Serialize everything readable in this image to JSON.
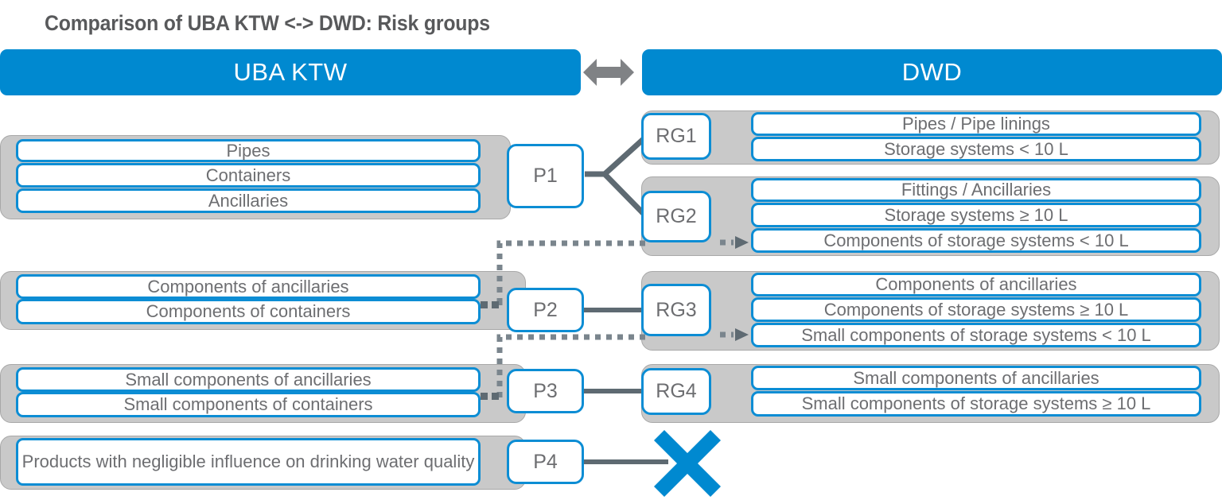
{
  "title": "Comparison of UBA KTW <-> DWD: Risk groups",
  "colors": {
    "brand_blue": "#0089d0",
    "box_border_blue": "#0c8dd4",
    "shell_gray": "#c9c9c9",
    "text_gray": "#6d6e71",
    "connector_gray": "#5e6a72"
  },
  "headers": {
    "left": "UBA KTW",
    "right": "DWD",
    "link_icon": "double-arrow-icon"
  },
  "left_column": {
    "groups": [
      {
        "node": "P1",
        "items": [
          "Pipes",
          "Containers",
          "Ancillaries"
        ]
      },
      {
        "node": "P2",
        "items": [
          "Components of ancillaries",
          "Components of containers"
        ]
      },
      {
        "node": "P3",
        "items": [
          "Small components of ancillaries",
          "Small components of containers"
        ]
      },
      {
        "node": "P4",
        "items": [
          "Products with negligible influence on drinking water quality"
        ]
      }
    ]
  },
  "right_column": {
    "groups": [
      {
        "node": "RG1",
        "items": [
          "Pipes / Pipe linings",
          "Storage systems < 10 L"
        ]
      },
      {
        "node": "RG2",
        "items": [
          "Fittings / Ancillaries",
          "Storage systems ≥ 10 L",
          "Components of storage systems < 10 L"
        ]
      },
      {
        "node": "RG3",
        "items": [
          "Components of ancillaries",
          "Components of storage systems ≥ 10 L",
          "Small components of storage systems < 10 L"
        ]
      },
      {
        "node": "RG4",
        "items": [
          "Small components of ancillaries",
          "Small components of storage systems ≥ 10 L"
        ]
      }
    ]
  },
  "connectors": {
    "p1_branches": [
      "RG1",
      "RG2"
    ],
    "p2_to": "RG3",
    "p3_to": "RG4",
    "p4_to": "no-equivalent-x-icon",
    "dotted": [
      {
        "from": "RG2-row",
        "to": "P2-group",
        "note": "Components of storage systems < 10 L maps back to P2"
      },
      {
        "from": "RG3-row",
        "to": "P3-group",
        "note": "Small components of storage systems < 10 L maps back to P3"
      }
    ]
  }
}
